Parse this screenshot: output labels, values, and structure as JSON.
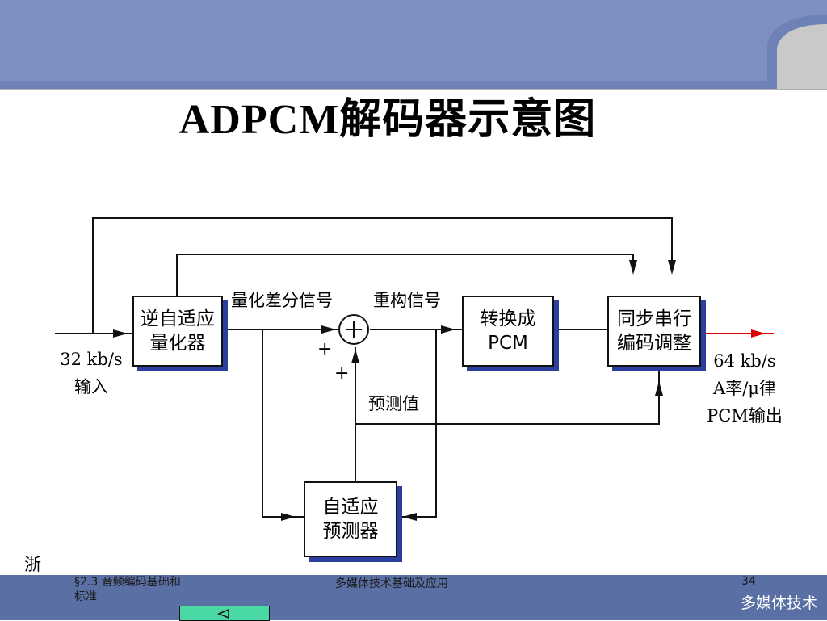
{
  "title": "ADPCM解码器示意图",
  "blocks": {
    "inverse_quantizer": [
      "逆自适应",
      "量化器"
    ],
    "to_pcm": [
      "转换成",
      "PCM"
    ],
    "sync_adjust": [
      "同步串行",
      "编码调整"
    ],
    "predictor": [
      "自适应",
      "预测器"
    ]
  },
  "labels": {
    "quantized_diff": "量化差分信号",
    "reconstructed": "重构信号",
    "predicted_value": "预测值",
    "input_rate": "32 kb/s",
    "input_name": "输入",
    "output_rate": "64 kb/s",
    "output_law": "A率/μ律",
    "output_name": "PCM输出",
    "plus_a": "+",
    "plus_b": "+",
    "summer": "+"
  },
  "footer": {
    "section": "§2.3 音频编码基础和",
    "section_line2": "标准",
    "course": "多媒体技术基础及应用",
    "page": "34",
    "brand": "多媒体技术",
    "corner": "浙"
  },
  "colors": {
    "band": "#7f8fbf",
    "footer": "#5a6fa3",
    "box_shadow": "#2a3f9e",
    "output_arrow": "#e00000",
    "nav_button": "#4ad9a4"
  }
}
